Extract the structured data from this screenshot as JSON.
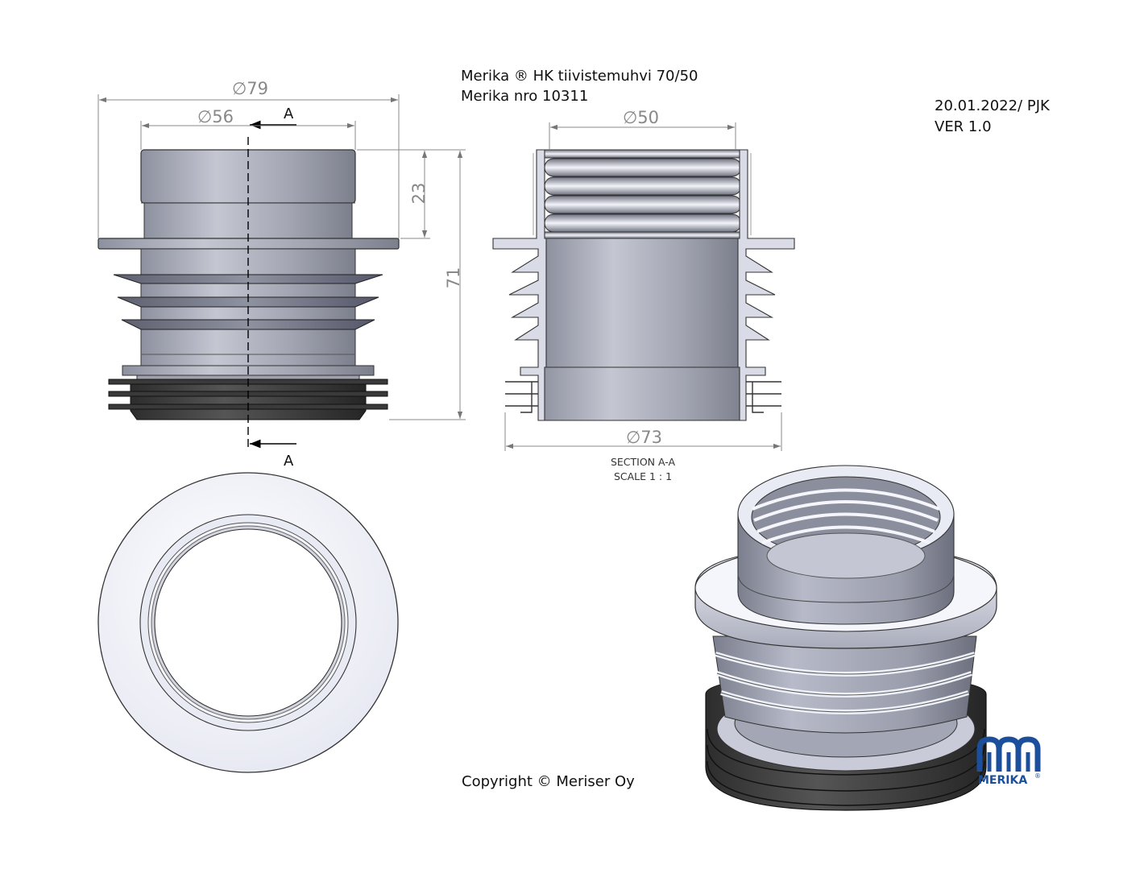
{
  "title_block": {
    "product_line": "Merika ® HK tiivistemuhvi  70/50",
    "part_number": "Merika nro  10311",
    "date_author": "20.01.2022/ PJK",
    "version": "VER 1.0",
    "copyright": "Copyright © Meriser Oy"
  },
  "dimensions": {
    "front_outer_diameter": "∅79",
    "front_inner_diameter": "∅56",
    "front_socket_height": "23",
    "front_total_height": "71",
    "section_top_diameter": "∅50",
    "section_bottom_diameter": "∅73"
  },
  "section": {
    "cut_label_top": "A",
    "cut_label_bottom": "A",
    "caption": "SECTION A-A",
    "scale": "SCALE 1 : 1"
  },
  "logo": {
    "text": "MERIKA",
    "registered": "®",
    "color": "#1b4f9c"
  },
  "colors": {
    "body_gray": "#a6a9b6",
    "rubber_dark": "#3d3d3d",
    "dimension_line": "#8a8a8a",
    "ring_light": "#eef0f8"
  }
}
